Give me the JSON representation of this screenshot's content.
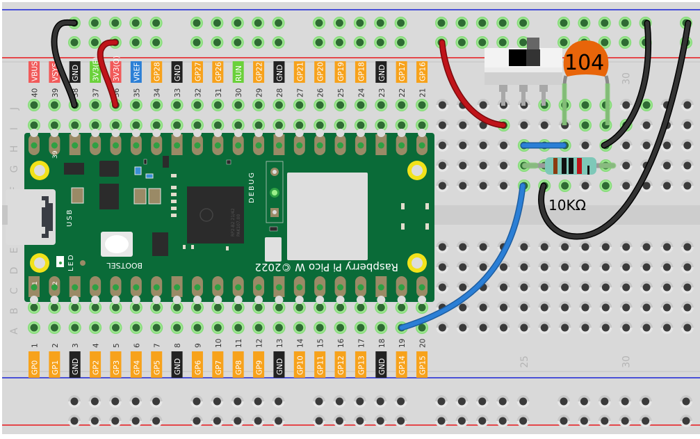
{
  "breadboard": {
    "row_letters_top": [
      "J",
      "I",
      "H",
      "G",
      "F"
    ],
    "row_letters_bottom": [
      "E",
      "D",
      "C",
      "B",
      "A"
    ],
    "column_labels": [
      {
        "col": 25,
        "text": "25"
      },
      {
        "col": 30,
        "text": "30"
      }
    ],
    "total_columns": 33
  },
  "pico": {
    "name": "Raspberry Pi Pico W",
    "silkscreen_text": "Raspberry Pi Pico W ©2022",
    "usb_label": "USB",
    "led_label": "LED",
    "bootsel_label": "BOOTSEL",
    "debug_label": "DEBUG",
    "chip_text_1": "RP2-B2   21/42",
    "chip_text_2": "PAK107.00",
    "corner_pin_1": "1",
    "corner_pin_2": "2",
    "corner_pin_39": "39",
    "top_pins": [
      {
        "num": "40",
        "name": "VBUS",
        "color": "#f15a5a"
      },
      {
        "num": "39",
        "name": "VSYS",
        "color": "#f15a5a"
      },
      {
        "num": "38",
        "name": "GND",
        "color": "#222222"
      },
      {
        "num": "37",
        "name": "3V3(E)",
        "color": "#6ad13a"
      },
      {
        "num": "36",
        "name": "3V3(O)",
        "color": "#f15a5a"
      },
      {
        "num": "35",
        "name": "VREF",
        "color": "#2b7fd6"
      },
      {
        "num": "34",
        "name": "GP28",
        "color": "#f7a21b"
      },
      {
        "num": "33",
        "name": "GND",
        "color": "#222222"
      },
      {
        "num": "32",
        "name": "GP27",
        "color": "#f7a21b"
      },
      {
        "num": "31",
        "name": "GP26",
        "color": "#f7a21b"
      },
      {
        "num": "30",
        "name": "RUN",
        "color": "#6ad13a"
      },
      {
        "num": "29",
        "name": "GP22",
        "color": "#f7a21b"
      },
      {
        "num": "28",
        "name": "GND",
        "color": "#222222"
      },
      {
        "num": "27",
        "name": "GP21",
        "color": "#f7a21b"
      },
      {
        "num": "26",
        "name": "GP20",
        "color": "#f7a21b"
      },
      {
        "num": "25",
        "name": "GP19",
        "color": "#f7a21b"
      },
      {
        "num": "24",
        "name": "GP18",
        "color": "#f7a21b"
      },
      {
        "num": "23",
        "name": "GND",
        "color": "#222222"
      },
      {
        "num": "22",
        "name": "GP17",
        "color": "#f7a21b"
      },
      {
        "num": "21",
        "name": "GP16",
        "color": "#f7a21b"
      }
    ],
    "bottom_pins": [
      {
        "num": "1",
        "name": "GP0",
        "color": "#f7a21b"
      },
      {
        "num": "2",
        "name": "GP1",
        "color": "#f7a21b"
      },
      {
        "num": "3",
        "name": "GND",
        "color": "#222222"
      },
      {
        "num": "4",
        "name": "GP2",
        "color": "#f7a21b"
      },
      {
        "num": "5",
        "name": "GP3",
        "color": "#f7a21b"
      },
      {
        "num": "6",
        "name": "GP4",
        "color": "#f7a21b"
      },
      {
        "num": "7",
        "name": "GP5",
        "color": "#f7a21b"
      },
      {
        "num": "8",
        "name": "GND",
        "color": "#222222"
      },
      {
        "num": "9",
        "name": "GP6",
        "color": "#f7a21b"
      },
      {
        "num": "10",
        "name": "GP7",
        "color": "#f7a21b"
      },
      {
        "num": "11",
        "name": "GP8",
        "color": "#f7a21b"
      },
      {
        "num": "12",
        "name": "GP9",
        "color": "#f7a21b"
      },
      {
        "num": "13",
        "name": "GND",
        "color": "#222222"
      },
      {
        "num": "14",
        "name": "GP10",
        "color": "#f7a21b"
      },
      {
        "num": "15",
        "name": "GP11",
        "color": "#f7a21b"
      },
      {
        "num": "16",
        "name": "GP12",
        "color": "#f7a21b"
      },
      {
        "num": "17",
        "name": "GP13",
        "color": "#f7a21b"
      },
      {
        "num": "18",
        "name": "GND",
        "color": "#222222"
      },
      {
        "num": "19",
        "name": "GP14",
        "color": "#f7a21b"
      },
      {
        "num": "20",
        "name": "GP15",
        "color": "#f7a21b"
      }
    ]
  },
  "components": {
    "capacitor": {
      "label": "104",
      "color": "#e8650a"
    },
    "resistor": {
      "label": "10KΩ",
      "bands": [
        "#8b3a0f",
        "#111111",
        "#111111",
        "#c0141a"
      ]
    },
    "slide_switch": {
      "name": "slide switch"
    }
  },
  "wires": [
    {
      "name": "gnd-wire-left",
      "color": "#222222"
    },
    {
      "name": "3v3-wire",
      "color": "#c0141a"
    },
    {
      "name": "power-wire-right",
      "color": "#c0141a"
    },
    {
      "name": "gp14-signal-wire",
      "color": "#2b7fd6"
    },
    {
      "name": "jumper-short",
      "color": "#2b7fd6"
    },
    {
      "name": "gnd-wire-resistor",
      "color": "#222222"
    },
    {
      "name": "gnd-wire-capacitor",
      "color": "#222222"
    }
  ],
  "colors": {
    "board": "#d9d9d9",
    "rail_red": "#e8161b",
    "rail_blue": "#1a22d6",
    "pcb": "#0a6b38",
    "pad": "#9a8a66",
    "hole_dark": "#3a3a3a",
    "hole_active": "#2e6b33",
    "hole_glow": "#8fe08a",
    "label_grey": "#b5b5b5"
  }
}
